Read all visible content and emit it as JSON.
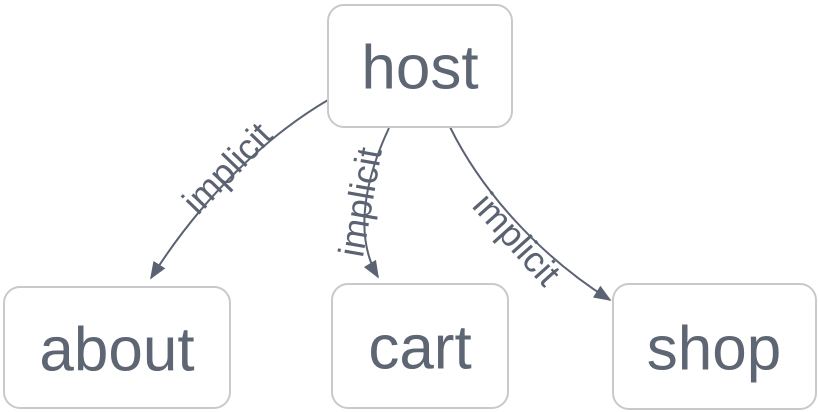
{
  "diagram": {
    "background_color": "#ffffff",
    "node_style": {
      "fill": "#ffffff",
      "border_color": "#c9c9c9",
      "text_color": "#5e6673"
    },
    "edge_style": {
      "line_color": "#5b6372",
      "label_color": "#5b6372",
      "arrow_color": "#5b6372"
    },
    "nodes": [
      {
        "id": "host",
        "label": "host"
      },
      {
        "id": "about",
        "label": "about"
      },
      {
        "id": "cart",
        "label": "cart"
      },
      {
        "id": "shop",
        "label": "shop"
      }
    ],
    "edges": [
      {
        "source": "host",
        "target": "about",
        "label": "implicit"
      },
      {
        "source": "host",
        "target": "cart",
        "label": "implicit"
      },
      {
        "source": "host",
        "target": "shop",
        "label": "implicit"
      }
    ]
  }
}
